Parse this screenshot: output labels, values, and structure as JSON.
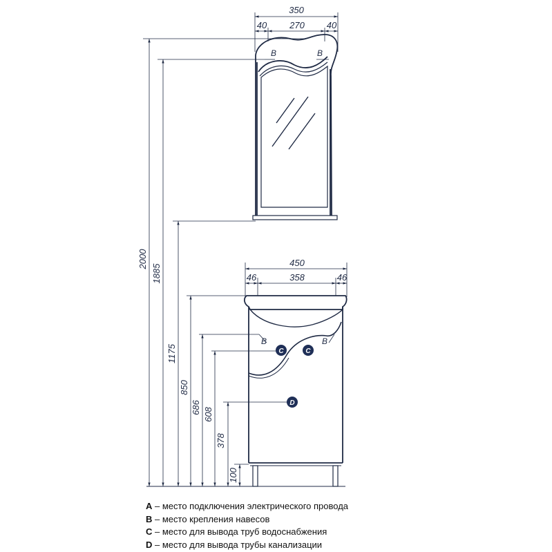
{
  "drawing": {
    "mirror": {
      "width": "350",
      "side_left": "40",
      "inner": "270",
      "side_right": "40"
    },
    "cabinet": {
      "width": "450",
      "side_left": "46",
      "inner": "358",
      "side_right": "46"
    },
    "heights": [
      "2000",
      "1885",
      "1175",
      "850",
      "686",
      "608",
      "378",
      "100"
    ],
    "markers": {
      "b": "B",
      "c": "C",
      "d": "D"
    }
  },
  "legend": [
    {
      "key": "A",
      "text": " – место подключения электрического провода"
    },
    {
      "key": "B",
      "text": " – место крепления навесов"
    },
    {
      "key": "C",
      "text": " – место для вывода труб водоснабжения"
    },
    {
      "key": "D",
      "text": " – место для вывода трубы канализации"
    }
  ],
  "colors": {
    "line": "#1f2a44",
    "marker_fill": "#1f2f57"
  }
}
